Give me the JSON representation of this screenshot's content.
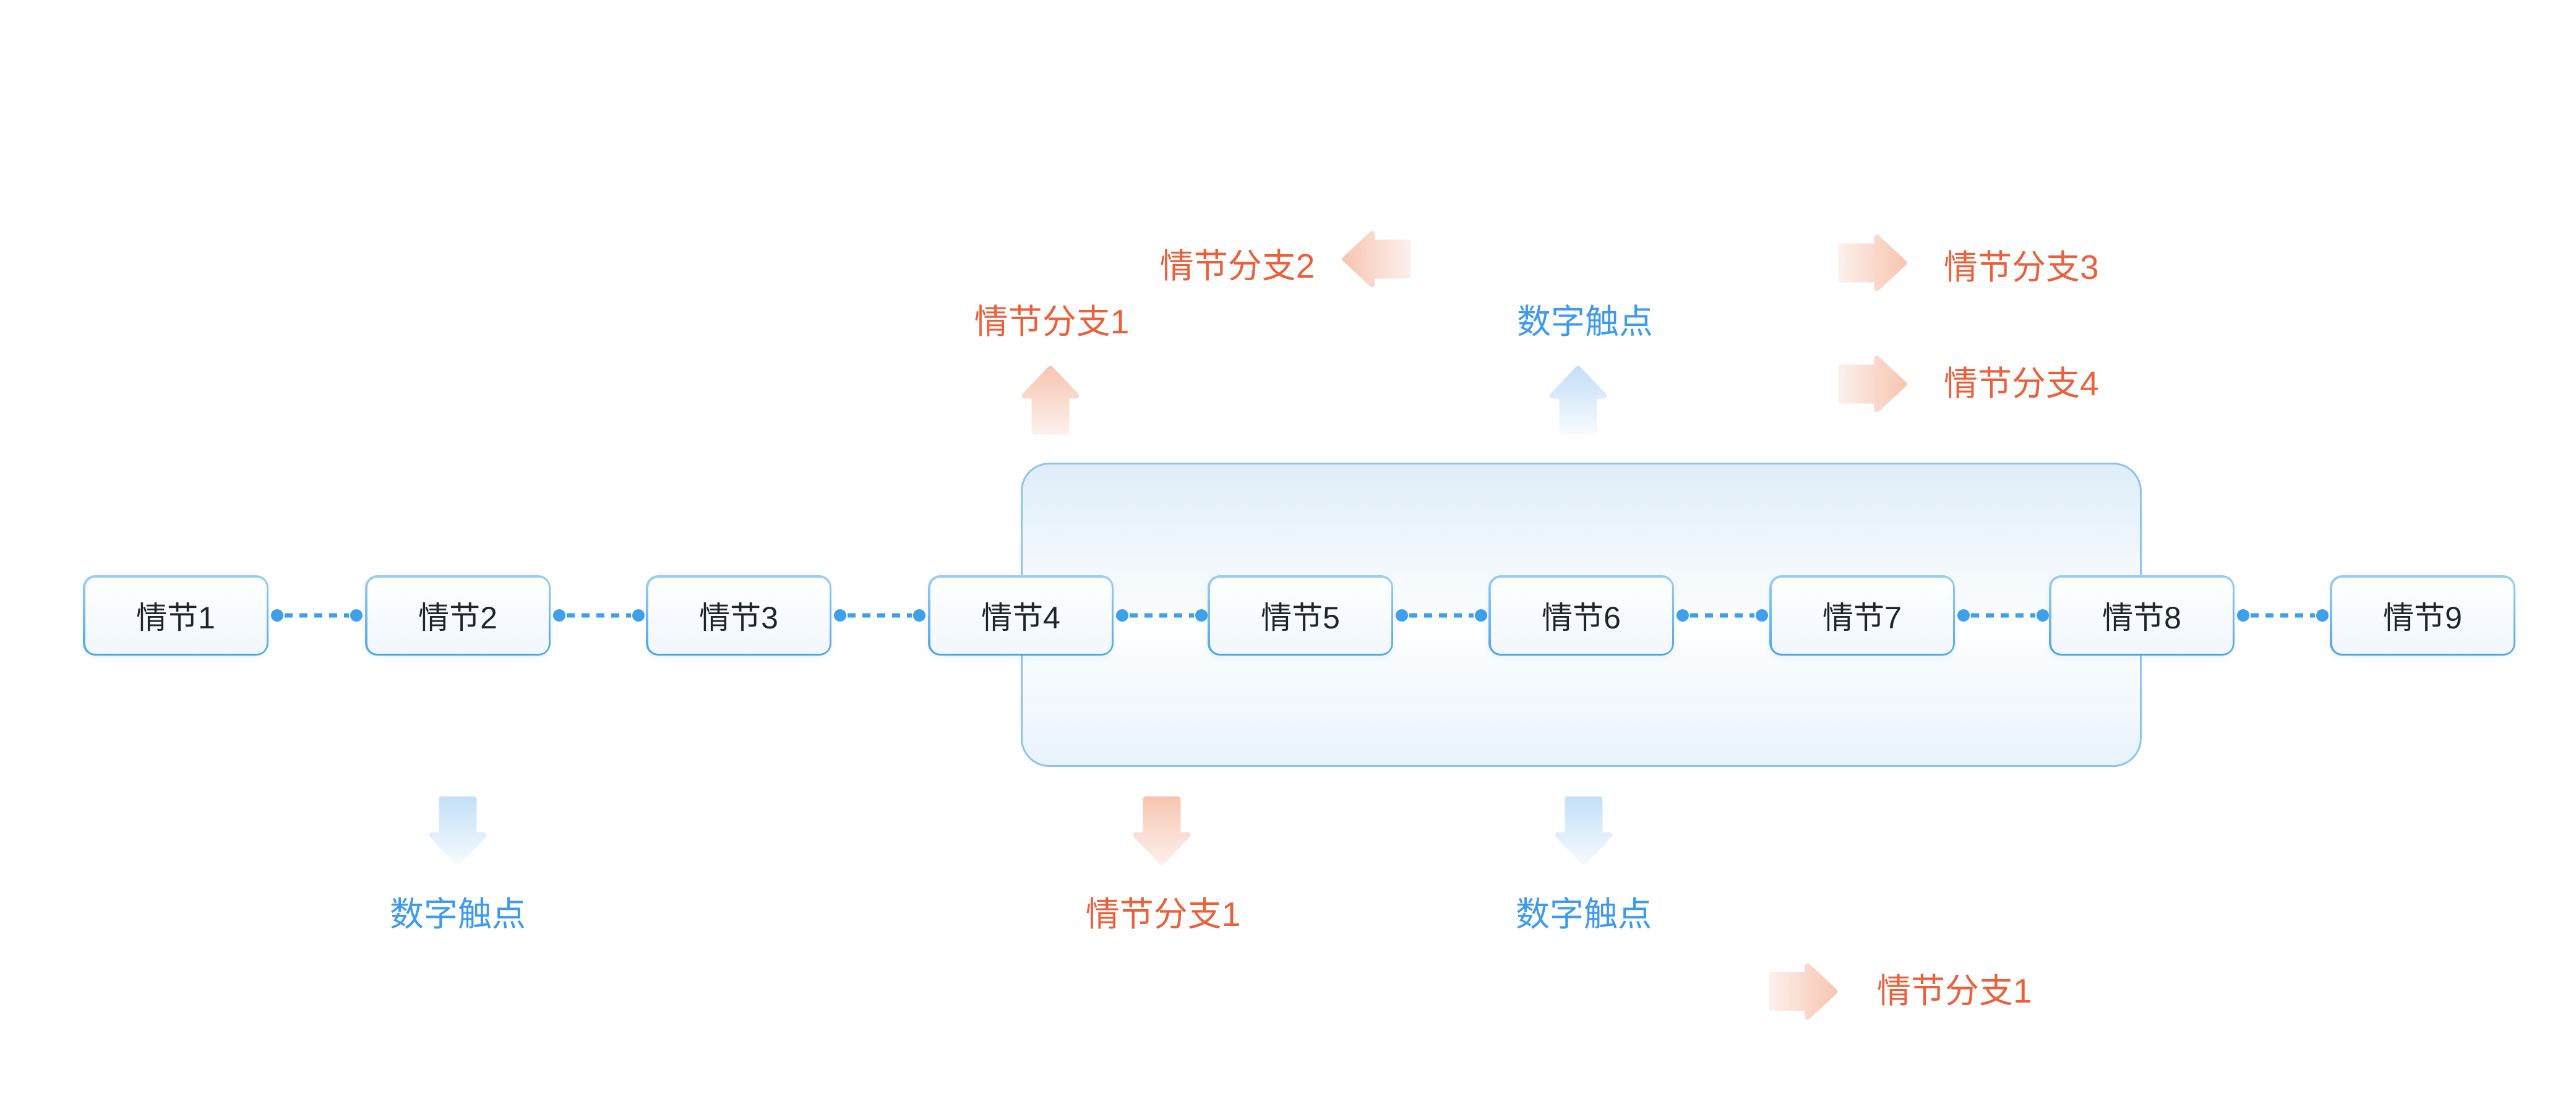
{
  "diagram": {
    "nodes": [
      {
        "label": "情节1"
      },
      {
        "label": "情节2"
      },
      {
        "label": "情节3"
      },
      {
        "label": "情节4"
      },
      {
        "label": "情节5"
      },
      {
        "label": "情节6"
      },
      {
        "label": "情节7"
      },
      {
        "label": "情节8"
      },
      {
        "label": "情节9"
      }
    ],
    "annotations": [
      {
        "id": "top-branch-1",
        "label": "情节分支1",
        "type": "plot-branch",
        "arrow": "up"
      },
      {
        "id": "top-branch-2",
        "label": "情节分支2",
        "type": "plot-branch",
        "arrow": "left"
      },
      {
        "id": "top-touchpoint",
        "label": "数字触点",
        "type": "digital-touchpoint",
        "arrow": "up"
      },
      {
        "id": "top-branch-3",
        "label": "情节分支3",
        "type": "plot-branch",
        "arrow": "right"
      },
      {
        "id": "top-branch-4",
        "label": "情节分支4",
        "type": "plot-branch",
        "arrow": "right"
      },
      {
        "id": "bottom-touchpoint-left",
        "label": "数字触点",
        "type": "digital-touchpoint",
        "arrow": "down"
      },
      {
        "id": "bottom-branch-1",
        "label": "情节分支1",
        "type": "plot-branch",
        "arrow": "down"
      },
      {
        "id": "bottom-touchpoint-mid",
        "label": "数字触点",
        "type": "digital-touchpoint",
        "arrow": "down"
      },
      {
        "id": "bottom-branch-right",
        "label": "情节分支1",
        "type": "plot-branch",
        "arrow": "right"
      }
    ],
    "highlight_range": {
      "from_node": "情节4",
      "to_node": "情节8"
    },
    "colors": {
      "plot_branch_text": "#E9603D",
      "digital_touchpoint_text": "#3D9AED",
      "connector": "#3E9FEA",
      "node_border_top": "#9CCDF2",
      "node_border_bottom": "#4FA5E8",
      "container_border": "#8CC3EE",
      "container_fill_top": "#DEEDF9",
      "container_fill_bottom": "#E9F3FC",
      "arrow_orange_strong": "#F7C6B2",
      "arrow_orange_faint": "#FCEFEA",
      "arrow_blue_strong": "#C5E0F7",
      "arrow_blue_faint": "#F4FAFE"
    }
  }
}
